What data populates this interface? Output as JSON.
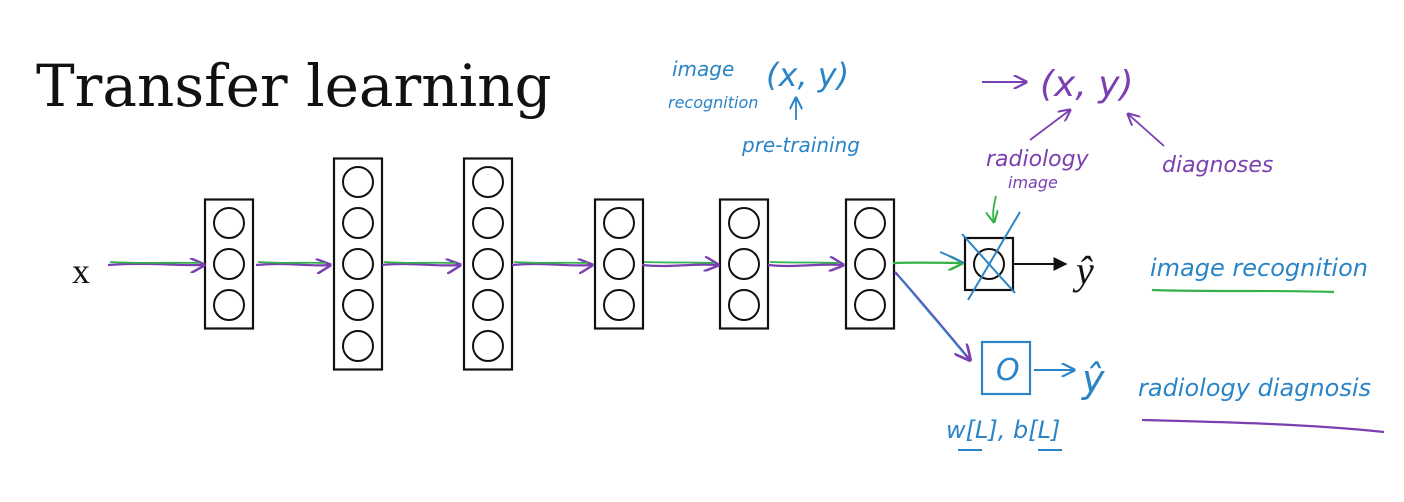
{
  "title": "Transfer learning",
  "input_label": "x",
  "output": {
    "top_label": "ŷ",
    "bottom_label": "ŷ",
    "new_node_label": "O"
  },
  "network": {
    "layer_sizes": [
      3,
      5,
      5,
      3,
      3,
      3
    ]
  },
  "annotations": {
    "pretrain_task": {
      "image_line1": "image",
      "image_line2": "recognition",
      "pair": "(x, y)",
      "arrow_label": "pre-training"
    },
    "new_task": {
      "pair": "(x, y)",
      "input_line1": "radiology",
      "input_line2": "image",
      "output_label": "diagnoses"
    },
    "right_labels": {
      "top": "image recognition",
      "bottom": "radiology diagnosis"
    },
    "params": "w[L], b[L]"
  },
  "colors": {
    "green": "#34b24a",
    "purple": "#7a3fb0",
    "blue": "#2a84c6",
    "ink": "#111111"
  }
}
